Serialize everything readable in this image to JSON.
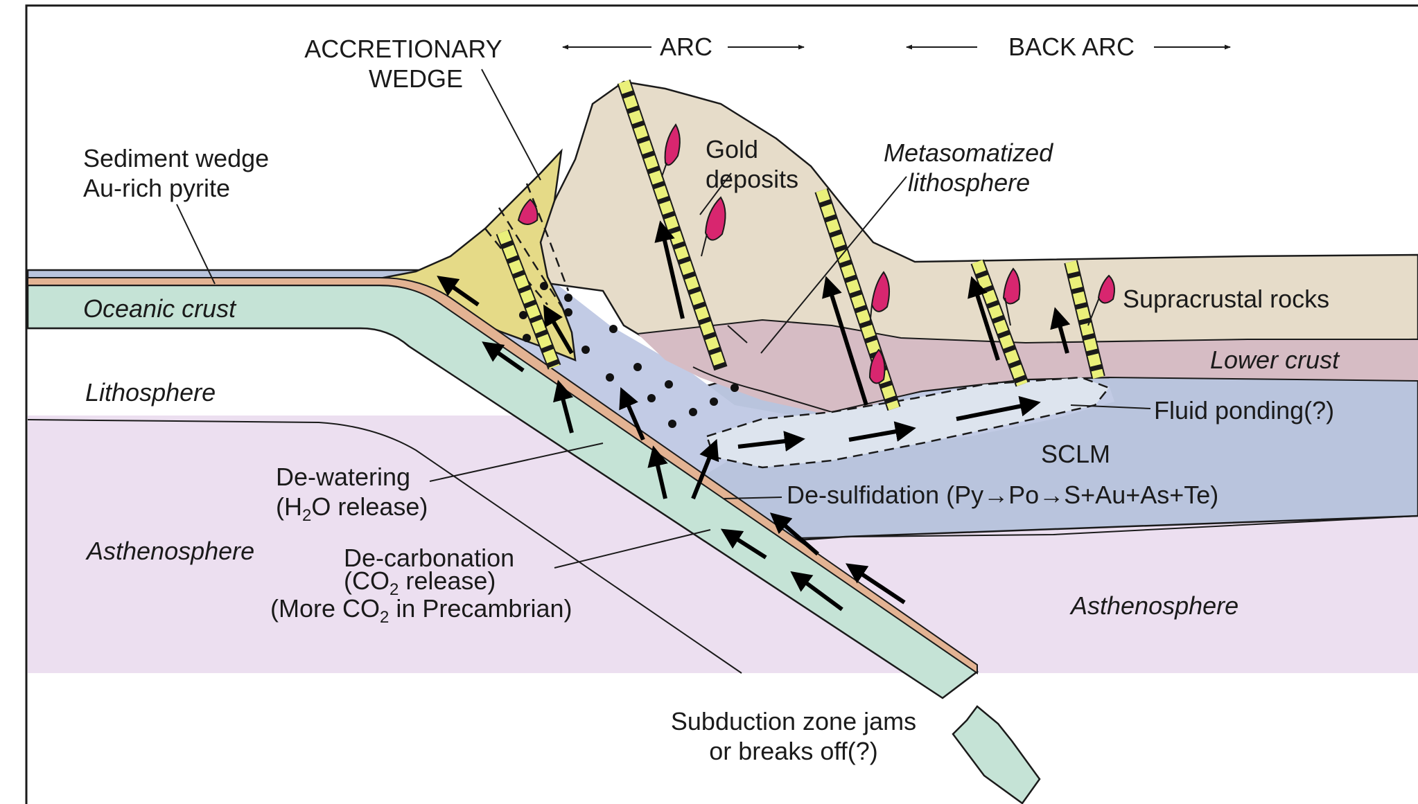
{
  "diagram": {
    "title": "",
    "labels": {
      "arc": "ARC",
      "back_arc": "BACK ARC",
      "accretionary_wedge_1": "ACCRETIONARY",
      "accretionary_wedge_2": "WEDGE",
      "sediment_wedge_1": "Sediment wedge",
      "sediment_wedge_2": "Au-rich pyrite",
      "gold_deposits_1": "Gold",
      "gold_deposits_2": "deposits",
      "metasomatized_1": "Metasomatized",
      "metasomatized_2": "lithosphere",
      "oceanic_crust": "Oceanic crust",
      "lithosphere": "Lithosphere",
      "asthenosphere_left": "Asthenosphere",
      "asthenosphere_right": "Asthenosphere",
      "supracrustal_rocks": "Supracrustal rocks",
      "lower_crust": "Lower crust",
      "fluid_ponding": "Fluid ponding(?)",
      "sclm": "SCLM",
      "dewatering_1": "De-watering",
      "dewatering_2_pre": "(H",
      "dewatering_2_sub": "2",
      "dewatering_2_post": "O release)",
      "desulfidation": "De-sulfidation (Py→Po→S+Au+As+Te)",
      "decarbonation_1": "De-carbonation",
      "decarbonation_2_pre": "(CO",
      "decarbonation_2_sub": "2",
      "decarbonation_2_post": " release)",
      "decarbonation_3_pre": "(More CO",
      "decarbonation_3_sub": "2",
      "decarbonation_3_post": " in Precambrian)",
      "subduction_1": "Subduction zone jams",
      "subduction_2": "or breaks off(?)"
    },
    "colors": {
      "oceanic_crust": "#c5e3d6",
      "sediment_layer": "#e3b393",
      "lithosphere": "#b9c4dd",
      "asthenosphere": "#ecdff0",
      "arc_crust": "#e6dcc9",
      "lower_crust": "#d6bcc4",
      "accretionary_wedge": "#e5da87",
      "metasomatized_zone": "#c2cbe5",
      "fluid_pond": "#dde4ee",
      "vein": "#eaf07a",
      "gold": "#d8266f"
    }
  }
}
